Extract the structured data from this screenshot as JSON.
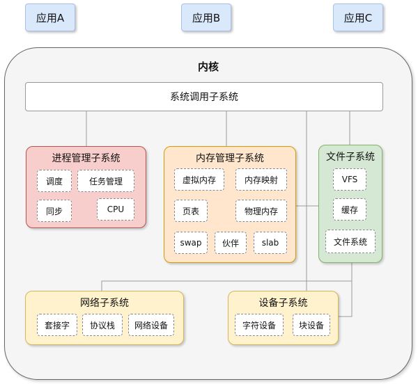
{
  "apps": [
    "应用A",
    "应用B",
    "应用C"
  ],
  "kernel": {
    "title": "内核"
  },
  "syscall": {
    "label": "系统调用子系统"
  },
  "process": {
    "title": "进程管理子系统",
    "items": [
      "调度",
      "任务管理",
      "同步",
      "CPU"
    ]
  },
  "memory": {
    "title": "内存管理子系统",
    "items": [
      "虚拟内存",
      "内存映射",
      "页表",
      "物理内存",
      "swap",
      "伙伴",
      "slab"
    ]
  },
  "file": {
    "title": "文件子系统",
    "items": [
      "VFS",
      "缓存",
      "文件系统"
    ]
  },
  "network": {
    "title": "网络子系统",
    "items": [
      "套接字",
      "协议栈",
      "网络设备"
    ]
  },
  "device": {
    "title": "设备子系统",
    "items": [
      "字符设备",
      "块设备"
    ]
  },
  "colors": {
    "app": "#dae8fc",
    "kernel": "#f5f5f5",
    "process": "#f8cecc",
    "memory": "#ffe6cc",
    "file": "#d5e8d4",
    "network": "#fff2cc",
    "device": "#fff2cc"
  }
}
